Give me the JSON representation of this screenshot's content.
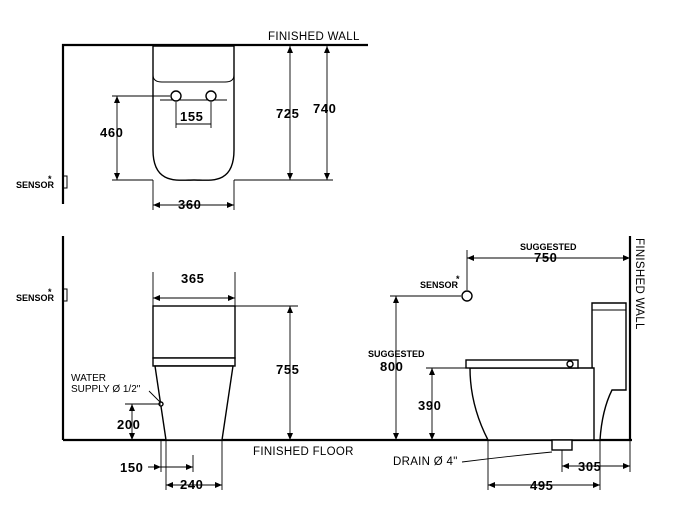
{
  "labels": {
    "finished_wall_top": "FINISHED WALL",
    "finished_wall_side": "FINISHED WALL",
    "finished_floor": "FINISHED FLOOR",
    "sensor_top": "SENSOR",
    "sensor_front": "SENSOR",
    "sensor_side": "SENSOR",
    "asterisk": "*",
    "water_supply_line1": "WATER",
    "water_supply_line2": "SUPPLY Ø 1/2\"",
    "drain": "DRAIN Ø 4\"",
    "suggested_a": "SUGGESTED",
    "suggested_b": "SUGGESTED"
  },
  "dimensions": {
    "top_width": "360",
    "top_depth_725": "725",
    "top_depth_740": "740",
    "top_inlet_460": "460",
    "top_spacing_155": "155",
    "front_width_365": "365",
    "front_height_755": "755",
    "front_supply_200": "200",
    "front_offset_150": "150",
    "front_base_240": "240",
    "side_sensor_750": "750",
    "side_sensor_800": "800",
    "side_seat_390": "390",
    "side_depth_495": "495",
    "side_rough_305": "305"
  }
}
